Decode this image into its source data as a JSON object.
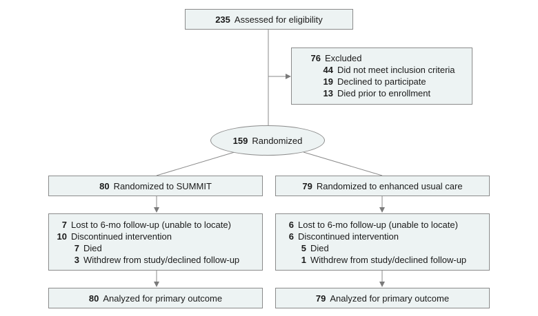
{
  "assessed": {
    "n": "235",
    "label": "Assessed for eligibility"
  },
  "excluded": {
    "n": "76",
    "label": "Excluded",
    "reasons": [
      {
        "n": "44",
        "label": "Did not meet inclusion criteria"
      },
      {
        "n": "19",
        "label": "Declined to participate"
      },
      {
        "n": "13",
        "label": "Died prior to enrollment"
      }
    ]
  },
  "randomized": {
    "n": "159",
    "label": "Randomized"
  },
  "left_arm": {
    "alloc": {
      "n": "80",
      "label": "Randomized to SUMMIT"
    },
    "lost": {
      "n": "7",
      "label": "Lost to 6-mo follow-up (unable to locate)"
    },
    "discontinued": {
      "n": "10",
      "label": "Discontinued intervention"
    },
    "died": {
      "n": "7",
      "label": "Died"
    },
    "withdrew": {
      "n": "3",
      "label": "Withdrew from study/declined follow-up"
    },
    "analyzed": {
      "n": "80",
      "label": "Analyzed for primary outcome"
    }
  },
  "right_arm": {
    "alloc": {
      "n": "79",
      "label": "Randomized to enhanced usual care"
    },
    "lost": {
      "n": "6",
      "label": "Lost to 6-mo follow-up (unable to locate)"
    },
    "discontinued": {
      "n": "6",
      "label": "Discontinued intervention"
    },
    "died": {
      "n": "5",
      "label": "Died"
    },
    "withdrew": {
      "n": "1",
      "label": "Withdrew from study/declined follow-up"
    },
    "analyzed": {
      "n": "79",
      "label": "Analyzed for primary outcome"
    }
  },
  "colors": {
    "box_fill": "#edf3f3",
    "border": "#8a8a8a",
    "connector": "#8a8a8a"
  }
}
